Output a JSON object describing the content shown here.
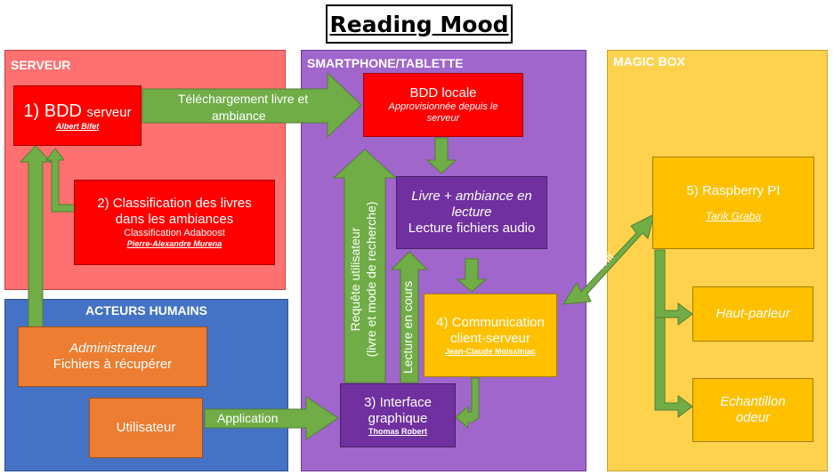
{
  "title": "Reading Mood",
  "colors": {
    "serveur_bg": "#ff7070",
    "smartphone_bg": "#a066cc",
    "magic_bg": "#ffd24d",
    "acteurs_bg": "#4472c4",
    "red_box": "#ff0000",
    "purple_box": "#7030a0",
    "orange_box": "#ed7d31",
    "yellow_box": "#ffc000",
    "arrow_green": "#70ad47"
  },
  "regions": {
    "serveur": "SERVEUR",
    "smartphone": "SMARTPHONE/TABLETTE",
    "magic": "MAGIC BOX",
    "acteurs": "ACTEURS HUMAINS"
  },
  "boxes": {
    "bdd_serveur": {
      "title_main": "1) BDD",
      "title_small": "serveur",
      "author": "Albert Bifet"
    },
    "classification": {
      "line1": "2) Classification des livres",
      "line2": "dans les ambiances",
      "sub": "Classification Adaboost",
      "author": "Pierre-Alexandre Murena"
    },
    "bdd_locale": {
      "title": "BDD locale",
      "sub": "Approvisionnée depuis le serveur"
    },
    "livre_ambiance": {
      "line1": "Livre + ambiance en",
      "line2": "lecture",
      "line3": "Lecture fichiers audio"
    },
    "communication": {
      "line1": "4) Communication",
      "line2": "client-serveur",
      "author": "Jean-Claude Moissiniac"
    },
    "interface": {
      "line1": "3) Interface",
      "line2": "graphique",
      "author": "Thomas Robert"
    },
    "administrateur": {
      "line1": "Administrateur",
      "line2": "Fichiers à récupérer"
    },
    "utilisateur": {
      "label": "Utilisateur"
    },
    "raspberry": {
      "title": "5) Raspberry PI",
      "author": "Tarik Graba"
    },
    "haut_parleur": {
      "label": "Haut-parleur"
    },
    "echantillon": {
      "line1": "Echantillon",
      "line2": "odeur"
    }
  },
  "arrow_labels": {
    "telechargement_line1": "Téléchargement livre et",
    "telechargement_line2": "ambiance",
    "requete_line1": "Requête utilisateur",
    "requete_line2": "(livre et mode de recherche)",
    "lecture_en_cours": "Lecture en cours",
    "application": "Application",
    "wifi": "Wifi"
  }
}
